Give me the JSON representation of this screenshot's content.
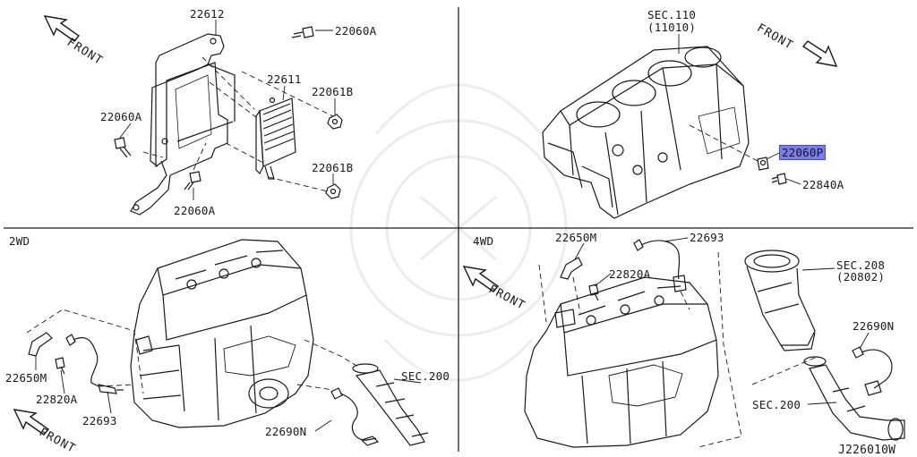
{
  "header": {
    "drawing_code": "J226010W"
  },
  "quadrants": {
    "top_left": {
      "front_label": "FRONT",
      "callouts": {
        "bracket": "22612",
        "bolt_top": "22060A",
        "module": "22611",
        "nut_upper": "22061B",
        "bolt_left": "22060A",
        "nut_lower": "22061B",
        "bolt_bottom": "22060A"
      }
    },
    "top_right": {
      "front_label": "FRONT",
      "section_ref": "SEC.110",
      "section_sub": "(11010)",
      "callouts": {
        "sensor_highlighted": "22060P",
        "washer": "22840A"
      },
      "highlight_color": "#7b7fe0"
    },
    "bottom_left": {
      "variant": "2WD",
      "front_label": "FRONT",
      "callouts": {
        "clip": "22650M",
        "bolt": "22820A",
        "sensor_upper": "22693",
        "sensor_lower": "22690N",
        "section_ref": "SEC.200"
      }
    },
    "bottom_right": {
      "variant": "4WD",
      "front_label": "FRONT",
      "callouts": {
        "clip": "22650M",
        "sensor_upper": "22693",
        "bolt": "22820A",
        "section_ref": "SEC.208",
        "section_sub": "(20802)",
        "sensor_lower": "22690N",
        "section_ref_lower": "SEC.200"
      }
    }
  }
}
